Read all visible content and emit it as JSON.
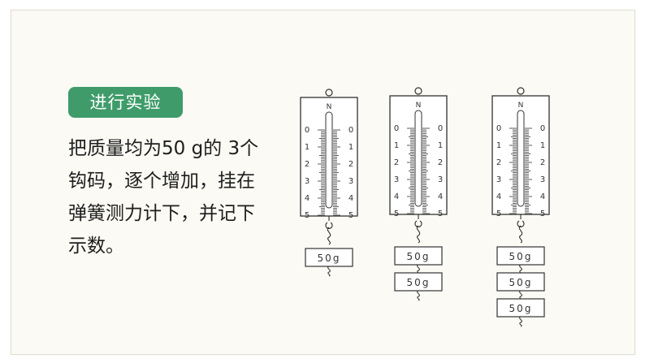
{
  "badge": {
    "label": "进行实验"
  },
  "instruction": {
    "lines": [
      "把质量均为50 g的 3个",
      "钩码，逐个增加，挂在",
      "弹簧测力计下，并记下",
      "示数。"
    ]
  },
  "scale": {
    "unit": "N",
    "numbers": [
      "0",
      "1",
      "2",
      "3",
      "4",
      "5"
    ]
  },
  "weight_label": "50g",
  "scales": [
    {
      "weights": [
        "50g"
      ]
    },
    {
      "weights": [
        "50g",
        "50g"
      ]
    },
    {
      "weights": [
        "50g",
        "50g",
        "50g"
      ]
    }
  ],
  "colors": {
    "badge_bg": "#3f9c6a",
    "slide_bg": "#fbfaf4",
    "line": "#333333"
  }
}
